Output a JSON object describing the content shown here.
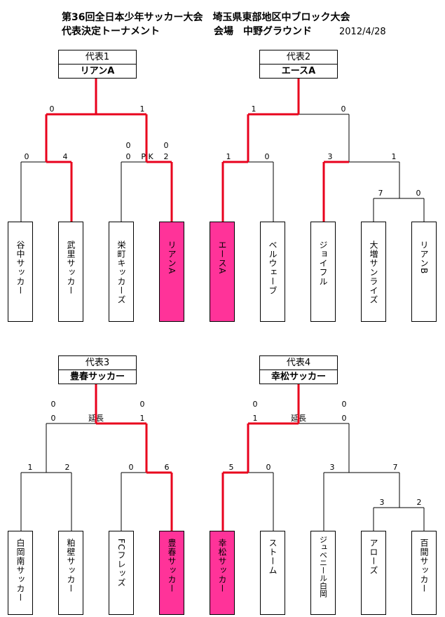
{
  "header": {
    "title": "第36回全日本少年サッカー大会　埼玉県東部地区中ブロック大会",
    "subtitle": "代表決定トーナメント",
    "venue": "会場　中野グラウンド",
    "date": "2012/4/28"
  },
  "brackets": [
    {
      "label": "代表1",
      "winner": "リアンA",
      "final": {
        "left": "0",
        "right": "1"
      },
      "semi_left": {
        "left": "0",
        "right": "4"
      },
      "semi_right": {
        "left_top": "0",
        "left": "0",
        "mid": "P K",
        "right_top": "0",
        "right": "2"
      },
      "teams": [
        "谷中サッカー",
        "武里サッカー",
        "栄町キッカーズ",
        "リアンA"
      ],
      "highlight": [
        false,
        false,
        false,
        true
      ]
    },
    {
      "label": "代表2",
      "winner": "エースA",
      "final": {
        "left": "1",
        "right": "0"
      },
      "semi_left": {
        "left": "1",
        "right": "0"
      },
      "semi_right": {
        "left": "3",
        "right": "1"
      },
      "quarter": {
        "left": "7",
        "right": "0"
      },
      "teams": [
        "エースA",
        "ベルウェーブ",
        "ジョイフル",
        "大増サンライズ",
        "リアンB"
      ],
      "highlight": [
        true,
        false,
        false,
        false,
        false
      ]
    },
    {
      "label": "代表3",
      "winner": "豊春サッカー",
      "final": {
        "left_top": "0",
        "left": "0",
        "mid": "延長",
        "right_top": "0",
        "right": "1"
      },
      "semi_left": {
        "left": "1",
        "right": "2"
      },
      "semi_right": {
        "left": "0",
        "right": "6"
      },
      "teams": [
        "白岡南サッカー",
        "粕壁サッカー",
        "FCフレッズ",
        "豊春サッカー"
      ],
      "highlight": [
        false,
        false,
        false,
        true
      ]
    },
    {
      "label": "代表4",
      "winner": "幸松サッカー",
      "final": {
        "left_top": "0",
        "left": "1",
        "mid": "延長",
        "right_top": "0",
        "right": "0"
      },
      "semi_left": {
        "left": "5",
        "right": "0"
      },
      "semi_right": {
        "left": "3",
        "right": "7"
      },
      "quarter": {
        "left": "3",
        "right": "2"
      },
      "teams": [
        "幸松サッカー",
        "ストーム",
        "ジュベニール白岡",
        "アローズ",
        "百間サッカー"
      ],
      "highlight": [
        true,
        false,
        false,
        false,
        false
      ]
    }
  ],
  "colors": {
    "win_line": "#e8001c",
    "loss_line": "#000000",
    "highlight_fill": "#ff3399"
  }
}
